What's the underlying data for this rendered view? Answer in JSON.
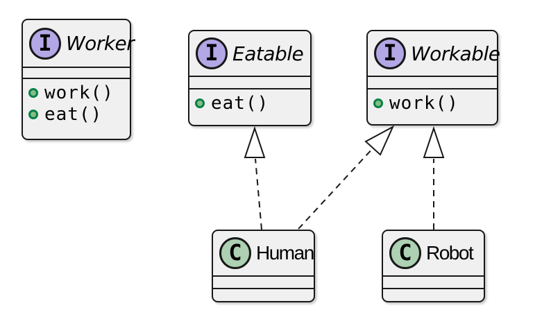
{
  "diagram": {
    "kind": "uml-class-diagram",
    "nodes": [
      {
        "id": "worker",
        "type": "interface",
        "stereotype_letter": "I",
        "name": "Worker",
        "methods": [
          "work()",
          "eat()"
        ]
      },
      {
        "id": "eatable",
        "type": "interface",
        "stereotype_letter": "I",
        "name": "Eatable",
        "methods": [
          "eat()"
        ]
      },
      {
        "id": "workable",
        "type": "interface",
        "stereotype_letter": "I",
        "name": "Workable",
        "methods": [
          "work()"
        ]
      },
      {
        "id": "human",
        "type": "class",
        "stereotype_letter": "C",
        "name": "Human",
        "methods": []
      },
      {
        "id": "robot",
        "type": "class",
        "stereotype_letter": "C",
        "name": "Robot",
        "methods": []
      }
    ],
    "edges": [
      {
        "from": "Human",
        "to": "Eatable",
        "relation": "realization",
        "line": "dashed",
        "arrowhead": "hollow-triangle"
      },
      {
        "from": "Human",
        "to": "Workable",
        "relation": "realization",
        "line": "dashed",
        "arrowhead": "hollow-triangle"
      },
      {
        "from": "Robot",
        "to": "Workable",
        "relation": "realization",
        "line": "dashed",
        "arrowhead": "hollow-triangle"
      }
    ],
    "colors": {
      "background": "#FFFFFF",
      "node_fill": "#F0F0F0",
      "node_border": "#181818",
      "interface_circle_fill": "#B4A7E5",
      "class_circle_fill": "#ADD1B2",
      "method_dot_fill": "#84BE84",
      "method_dot_border": "#038048",
      "edge_color": "#181818",
      "arrowhead_fill": "#FFFFFF"
    }
  }
}
